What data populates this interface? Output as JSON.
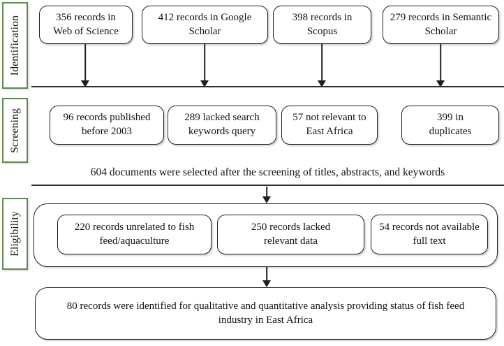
{
  "palette": {
    "stage_tab_border_green": "#5c8b4d",
    "box_border": "#1f1f1f",
    "divider_line": "#2e2e2e",
    "background": "#ffffff"
  },
  "stages": {
    "identification": {
      "label": "Identification",
      "boxes": [
        "356 records in Web of Science",
        "412 records in Google Scholar",
        "398 records in Scopus",
        "279 records in Semantic Scholar"
      ]
    },
    "screening": {
      "label": "Screening",
      "boxes": [
        "96 records published before 2003",
        "289 lacked search keywords query",
        "57 not relevant to East Africa",
        "399 in duplicates"
      ],
      "note": "604 documents were selected after the screening of titles, abstracts, and keywords"
    },
    "eligibility": {
      "label": "Eligibility",
      "boxes": [
        "220 records unrelated to fish feed/aquaculture",
        "250 records lacked relevant data",
        "54 records not available full text"
      ]
    },
    "result": {
      "text": "80 records were identified for qualitative and quantitative analysis providing status of fish feed industry in East Africa"
    }
  }
}
